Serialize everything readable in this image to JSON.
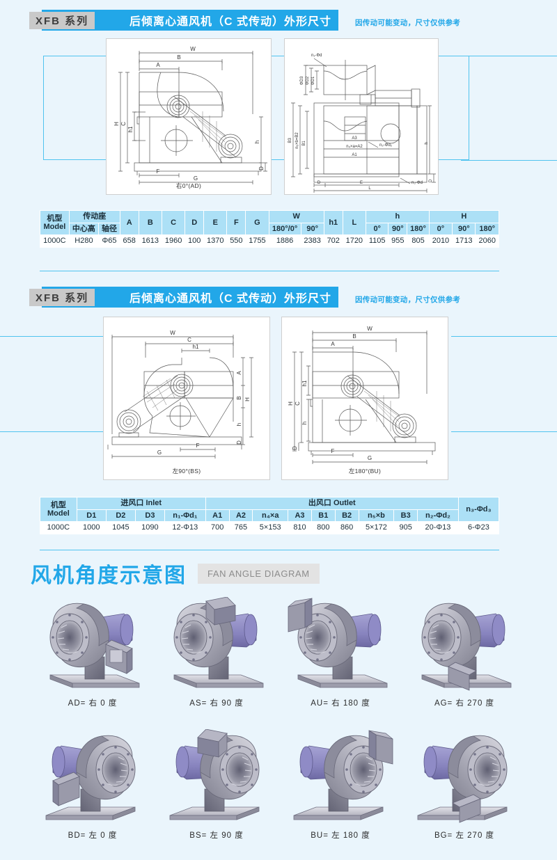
{
  "page": {
    "background_color": "#eaf5fc",
    "accent_color": "#22a7e8",
    "table_header_color": "#ace0f6"
  },
  "sections": [
    {
      "banner": {
        "tag": "XFB 系列",
        "title": "后倾离心通风机（C 式传动）外形尺寸",
        "note": "因传动可能变动，尺寸仅供参考"
      },
      "drawings": [
        {
          "caption": "右0°(AD)",
          "view": "side-elevation"
        },
        {
          "caption": "",
          "view": "plan-and-inlet"
        }
      ]
    },
    {
      "banner": {
        "tag": "XFB 系列",
        "title": "后倾离心通风机（C 式传动）外形尺寸",
        "note": "因传动可能变动，尺寸仅供参考"
      },
      "drawings": [
        {
          "caption": "左90°(BS)",
          "view": "side-elevation"
        },
        {
          "caption": "左180°(BU)",
          "view": "side-elevation"
        }
      ]
    }
  ],
  "table_main": {
    "group_headers": {
      "model": "机型\nModel",
      "drive_base": "传动座",
      "w": "W",
      "h1": "h1",
      "l": "L",
      "h_small": "h",
      "h_big": "H"
    },
    "model_label_cn": "机型",
    "model_label_en": "Model",
    "drive_base": "传动座",
    "sub_headers": {
      "center_height": "中心高",
      "shaft_dia": "轴径",
      "w": [
        "180°/0°",
        "90°"
      ],
      "h_small": [
        "0°",
        "90°",
        "180°"
      ],
      "h_big": [
        "0°",
        "90°",
        "180°"
      ]
    },
    "plain_columns": [
      "A",
      "B",
      "C",
      "D",
      "E",
      "F",
      "G"
    ],
    "row": {
      "model": "1000C",
      "center_height": "H280",
      "shaft_dia": "Φ65",
      "A": "658",
      "B": "1613",
      "C": "1960",
      "D": "100",
      "E": "1370",
      "F": "550",
      "G": "1755",
      "W_180_0": "1886",
      "W_90": "2383",
      "h1": "702",
      "L": "1720",
      "h_0": "1105",
      "h_90": "955",
      "h_180": "805",
      "H_0": "2010",
      "H_90": "1713",
      "H_180": "2060"
    }
  },
  "table_ports": {
    "model_label_cn": "机型",
    "model_label_en": "Model",
    "inlet_group": "进风口 Inlet",
    "outlet_group": "出风口 Outlet",
    "inlet_headers": [
      "D1",
      "D2",
      "D3",
      "n₁-Φd₁"
    ],
    "outlet_headers": [
      "A1",
      "A2",
      "n₄×a",
      "A3",
      "B1",
      "B2",
      "n₅×b",
      "B3",
      "n₂-Φd₂"
    ],
    "last_header": "n₃-Φd₃",
    "row": {
      "model": "1000C",
      "D1": "1000",
      "D2": "1045",
      "D3": "1090",
      "n1_d1": "12-Φ13",
      "A1": "700",
      "A2": "765",
      "n4_a": "5×153",
      "A3": "810",
      "B1": "800",
      "B2": "860",
      "n5_b": "5×172",
      "B3": "905",
      "n2_d2": "20-Φ13",
      "n3_d3": "6-Φ23"
    }
  },
  "fan_angle_section": {
    "title_cn": "风机角度示意图",
    "title_en": "FAN ANGLE DIAGRAM",
    "items": [
      {
        "code": "AD",
        "label": "AD= 右 0 度",
        "hand": "right",
        "angle": 0
      },
      {
        "code": "AS",
        "label": "AS= 右 90 度",
        "hand": "right",
        "angle": 90
      },
      {
        "code": "AU",
        "label": "AU= 右 180 度",
        "hand": "right",
        "angle": 180
      },
      {
        "code": "AG",
        "label": "AG= 右 270 度",
        "hand": "right",
        "angle": 270
      },
      {
        "code": "BD",
        "label": "BD= 左 0 度",
        "hand": "left",
        "angle": 0
      },
      {
        "code": "BS",
        "label": "BS= 左 90 度",
        "hand": "left",
        "angle": 90
      },
      {
        "code": "BU",
        "label": "BU= 左 180 度",
        "hand": "left",
        "angle": 180
      },
      {
        "code": "BG",
        "label": "BG= 左 270 度",
        "hand": "left",
        "angle": 270
      }
    ]
  },
  "drawing_labels": {
    "elevation": [
      "W",
      "A",
      "B",
      "C",
      "D",
      "F",
      "G",
      "H",
      "h",
      "h1"
    ],
    "plan": [
      "n₁-Φd₁",
      "ΦD3",
      "ΦD2",
      "ΦD1",
      "B3",
      "B1",
      "n₅×b=B2",
      "A3",
      "n₄×a=A2",
      "A1",
      "D",
      "E",
      "L",
      "h",
      "n₂-Φd₂",
      "n₃-Φd₃"
    ]
  }
}
